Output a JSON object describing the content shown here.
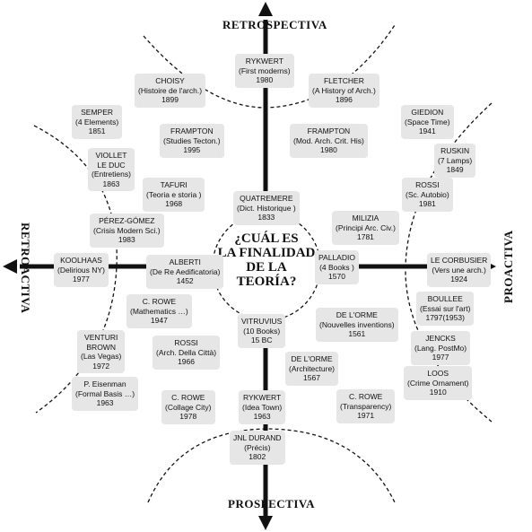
{
  "center_question": [
    "¿CUÁL ES",
    "LA FINALIDAD",
    "DE LA",
    "TEORÍA?"
  ],
  "axes": {
    "top": "RETROSPECTIVA",
    "bottom": "PROSPECTIVA",
    "left": "RETROACTIVA",
    "right": "PROACTIVA"
  },
  "entries": [
    {
      "id": "rykwert-first",
      "lines": [
        "RYKWERT",
        "(First moderns)",
        "1980"
      ]
    },
    {
      "id": "choisy",
      "lines": [
        "CHOISY",
        "(Histoire de l'arch.)",
        "1899"
      ]
    },
    {
      "id": "fletcher",
      "lines": [
        "FLETCHER",
        "(A History of Arch.)",
        "1896"
      ]
    },
    {
      "id": "semper",
      "lines": [
        "SEMPER",
        "(4 Elements)",
        "1851"
      ]
    },
    {
      "id": "frampton-studies",
      "lines": [
        "FRAMPTON",
        "(Studies Tecton.)",
        "1995"
      ]
    },
    {
      "id": "frampton-mod",
      "lines": [
        "FRAMPTON",
        "(Mod. Arch. Crit. His)",
        "1980"
      ]
    },
    {
      "id": "giedion",
      "lines": [
        "GIEDION",
        "(Space Time)",
        "1941"
      ]
    },
    {
      "id": "viollet",
      "lines": [
        "VIOLLET",
        "LE DUC",
        "(Entretiens)",
        "1863"
      ]
    },
    {
      "id": "ruskin",
      "lines": [
        "RUSKIN",
        "(7 Lamps)",
        "1849"
      ]
    },
    {
      "id": "tafuri",
      "lines": [
        "TAFURI",
        "(Teoria e storia )",
        "1968"
      ]
    },
    {
      "id": "rossi-sc",
      "lines": [
        "ROSSI",
        "(Sc. Autobio)",
        "1981"
      ]
    },
    {
      "id": "quatremere",
      "lines": [
        "QUATREMERE",
        "(Dict. Historique )",
        "1833"
      ]
    },
    {
      "id": "perez-gomez",
      "lines": [
        "PÉREZ-GÓMEZ",
        "(Crisis Modern Sci.)",
        "1983"
      ]
    },
    {
      "id": "milizia",
      "lines": [
        "MILIZIA",
        "(Principi Arc. Civ.)",
        "1781"
      ]
    },
    {
      "id": "koolhaas",
      "lines": [
        "KOOLHAAS",
        "(Delirious NY)",
        "1977"
      ]
    },
    {
      "id": "alberti",
      "lines": [
        "ALBERTI",
        "(De Re Aedificatoria)",
        "1452"
      ]
    },
    {
      "id": "palladio",
      "lines": [
        "PALLADIO",
        "(4 Books )",
        "1570"
      ]
    },
    {
      "id": "le-corbusier",
      "lines": [
        "LE CORBUSIER",
        "(Vers une arch.)",
        "1924"
      ]
    },
    {
      "id": "c-rowe-math",
      "lines": [
        "C. ROWE",
        "(Mathematics …)",
        "1947"
      ]
    },
    {
      "id": "boullee",
      "lines": [
        "BOULLEE",
        "(Essai sur l'art)",
        "1797(1953)"
      ]
    },
    {
      "id": "venturi",
      "lines": [
        "VENTURI",
        "BROWN",
        "(Las Vegas)",
        "1972"
      ]
    },
    {
      "id": "vitruvius",
      "lines": [
        "VITRUVIUS",
        "(10 Books)",
        "15 BC"
      ]
    },
    {
      "id": "delorme-nouv",
      "lines": [
        "DE L'ORME",
        "(Nouvelles inventions)",
        "1561"
      ]
    },
    {
      "id": "jencks",
      "lines": [
        "JENCKS",
        "(Lang. PostMo)",
        "1977"
      ]
    },
    {
      "id": "rossi-arch",
      "lines": [
        "ROSSI",
        "(Arch. Della Città)",
        "1966"
      ]
    },
    {
      "id": "delorme-arch",
      "lines": [
        "DE L'ORME",
        "(Architecture)",
        "1567"
      ]
    },
    {
      "id": "loos",
      "lines": [
        "LOOS",
        "(Crime Ornament)",
        "1910"
      ]
    },
    {
      "id": "eisenman",
      "lines": [
        "P. Eisenman",
        "(Formal Basis …)",
        "1963"
      ]
    },
    {
      "id": "c-rowe-collage",
      "lines": [
        "C.  ROWE",
        "(Collage City)",
        "1978"
      ]
    },
    {
      "id": "rykwert-idea",
      "lines": [
        "RYKWERT",
        "(Idea Town)",
        "1963"
      ]
    },
    {
      "id": "c-rowe-transp",
      "lines": [
        "C. ROWE",
        "(Transparency)",
        "1971"
      ]
    },
    {
      "id": "durand",
      "lines": [
        "JNL DURAND",
        "(Précis)",
        "1802"
      ]
    }
  ]
}
